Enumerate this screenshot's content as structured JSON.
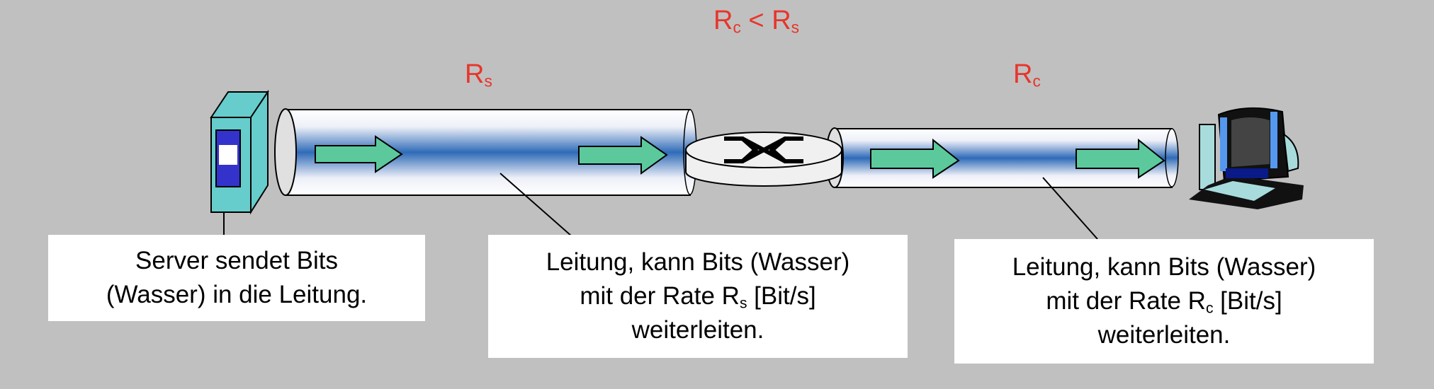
{
  "condition": {
    "r1": "R",
    "sub1": "c",
    "op": "<",
    "r2": "R",
    "sub2": "s"
  },
  "link1_label": {
    "r": "R",
    "sub": "s"
  },
  "link2_label": {
    "r": "R",
    "sub": "c"
  },
  "boxes": {
    "server": {
      "line1": "Server sendet Bits",
      "line2": "(Wasser) in die Leitung."
    },
    "link1": {
      "line1": "Leitung, kann Bits (Wasser)",
      "line2_pre": "mit der Rate R",
      "line2_sub": "s",
      "line2_post": " [Bit/s]",
      "line3": "weiterleiten."
    },
    "link2": {
      "line1": "Leitung, kann Bits (Wasser)",
      "line2_pre": "mit der Rate R",
      "line2_sub": "c",
      "line2_post": " [Bit/s]",
      "line3": "weiterleiten."
    }
  },
  "colors": {
    "background": "#c0c0c0",
    "label": "#e8352b",
    "pipe": "#2f6bb8",
    "arrow": "#5cc99c",
    "server": "#66cccc"
  }
}
